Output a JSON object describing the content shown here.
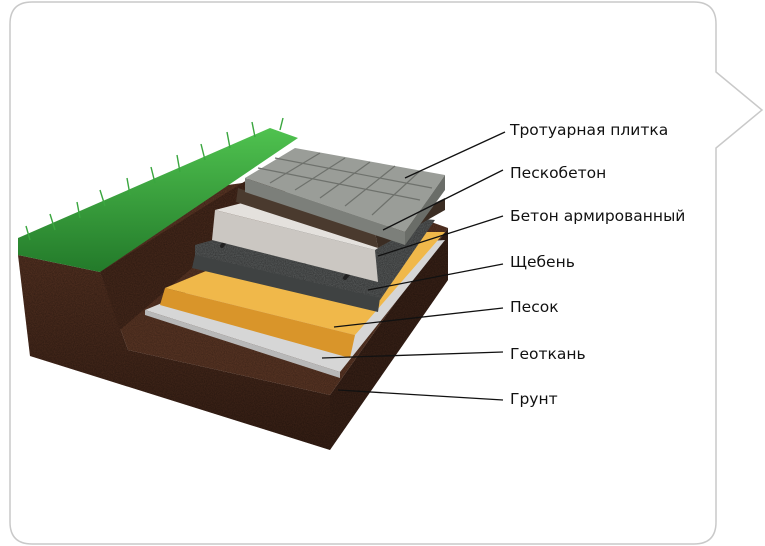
{
  "layers": [
    {
      "label": "Тротуарная плитка",
      "color": "#8f928d"
    },
    {
      "label": "Пескобетон",
      "color": "#4a3a2e"
    },
    {
      "label": "Бетон армированный",
      "color": "#d2cfcb"
    },
    {
      "label": "Щебень",
      "color": "#5c5f5f"
    },
    {
      "label": "Песок",
      "color": "#e9a93a"
    },
    {
      "label": "Геоткань",
      "color": "#cfcfcf"
    },
    {
      "label": "Грунт",
      "color": "#4e2e1f"
    }
  ],
  "colors": {
    "grass": "#2f9a34",
    "soil": "#4e2e1f",
    "frame": "#c9c9c9",
    "leader": "#111111"
  }
}
